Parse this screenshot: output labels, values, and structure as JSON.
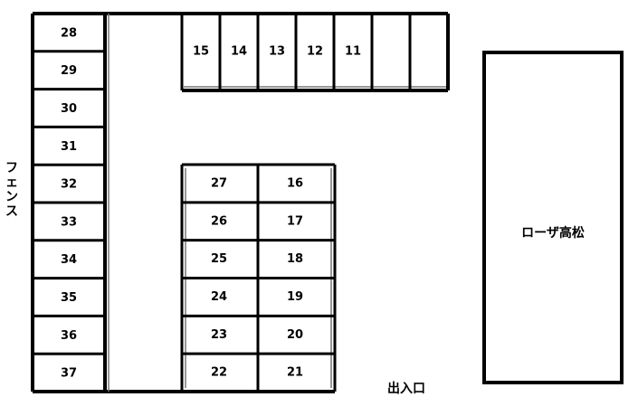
{
  "fence_label": "フェンス",
  "building_label": "ローザ高松",
  "entrance_label": "出入口",
  "left_column_slots": [
    "28",
    "29",
    "30",
    "31",
    "32",
    "33",
    "34",
    "35",
    "36",
    "37"
  ],
  "top_row_slots": [
    "15",
    "14",
    "13",
    "12",
    "11",
    "",
    ""
  ],
  "middle_left_slots": [
    "27",
    "26",
    "25",
    "24",
    "23",
    "22"
  ],
  "middle_right_slots": [
    "16",
    "17",
    "18",
    "19",
    "20",
    "21"
  ]
}
